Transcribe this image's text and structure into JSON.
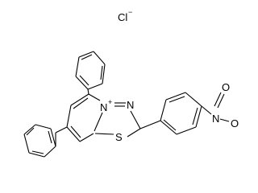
{
  "molecule": {
    "counter_ion": "Cl",
    "counter_ion_charge": "−",
    "ring_cation_atom": "N",
    "ring_cation_charge": "+",
    "ring_nitrogen_2": "N",
    "ring_sulfur": "S",
    "nitro_nitrogen": "N",
    "nitro_oxygen_top": "O",
    "nitro_oxygen_bottom": "O"
  },
  "colors": {
    "ink": "#000000",
    "background": "#ffffff"
  }
}
